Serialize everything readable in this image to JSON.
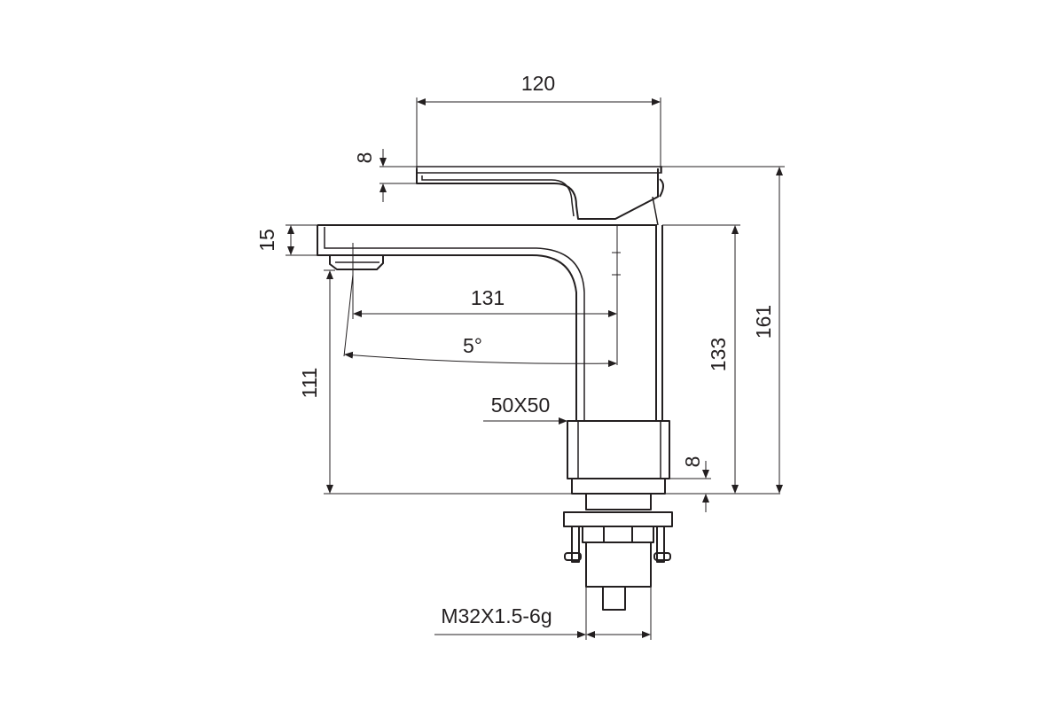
{
  "dimensions": {
    "handle_width": "120",
    "handle_thickness": "8",
    "spout_thickness": "15",
    "spout_reach": "131",
    "spout_angle": "5°",
    "spout_height": "111",
    "body_height": "133",
    "overall_height": "161",
    "body_section": "50X50",
    "base_thickness": "8",
    "thread_spec": "M32X1.5-6g"
  },
  "colors": {
    "line": "#231f20",
    "background": "#ffffff"
  }
}
